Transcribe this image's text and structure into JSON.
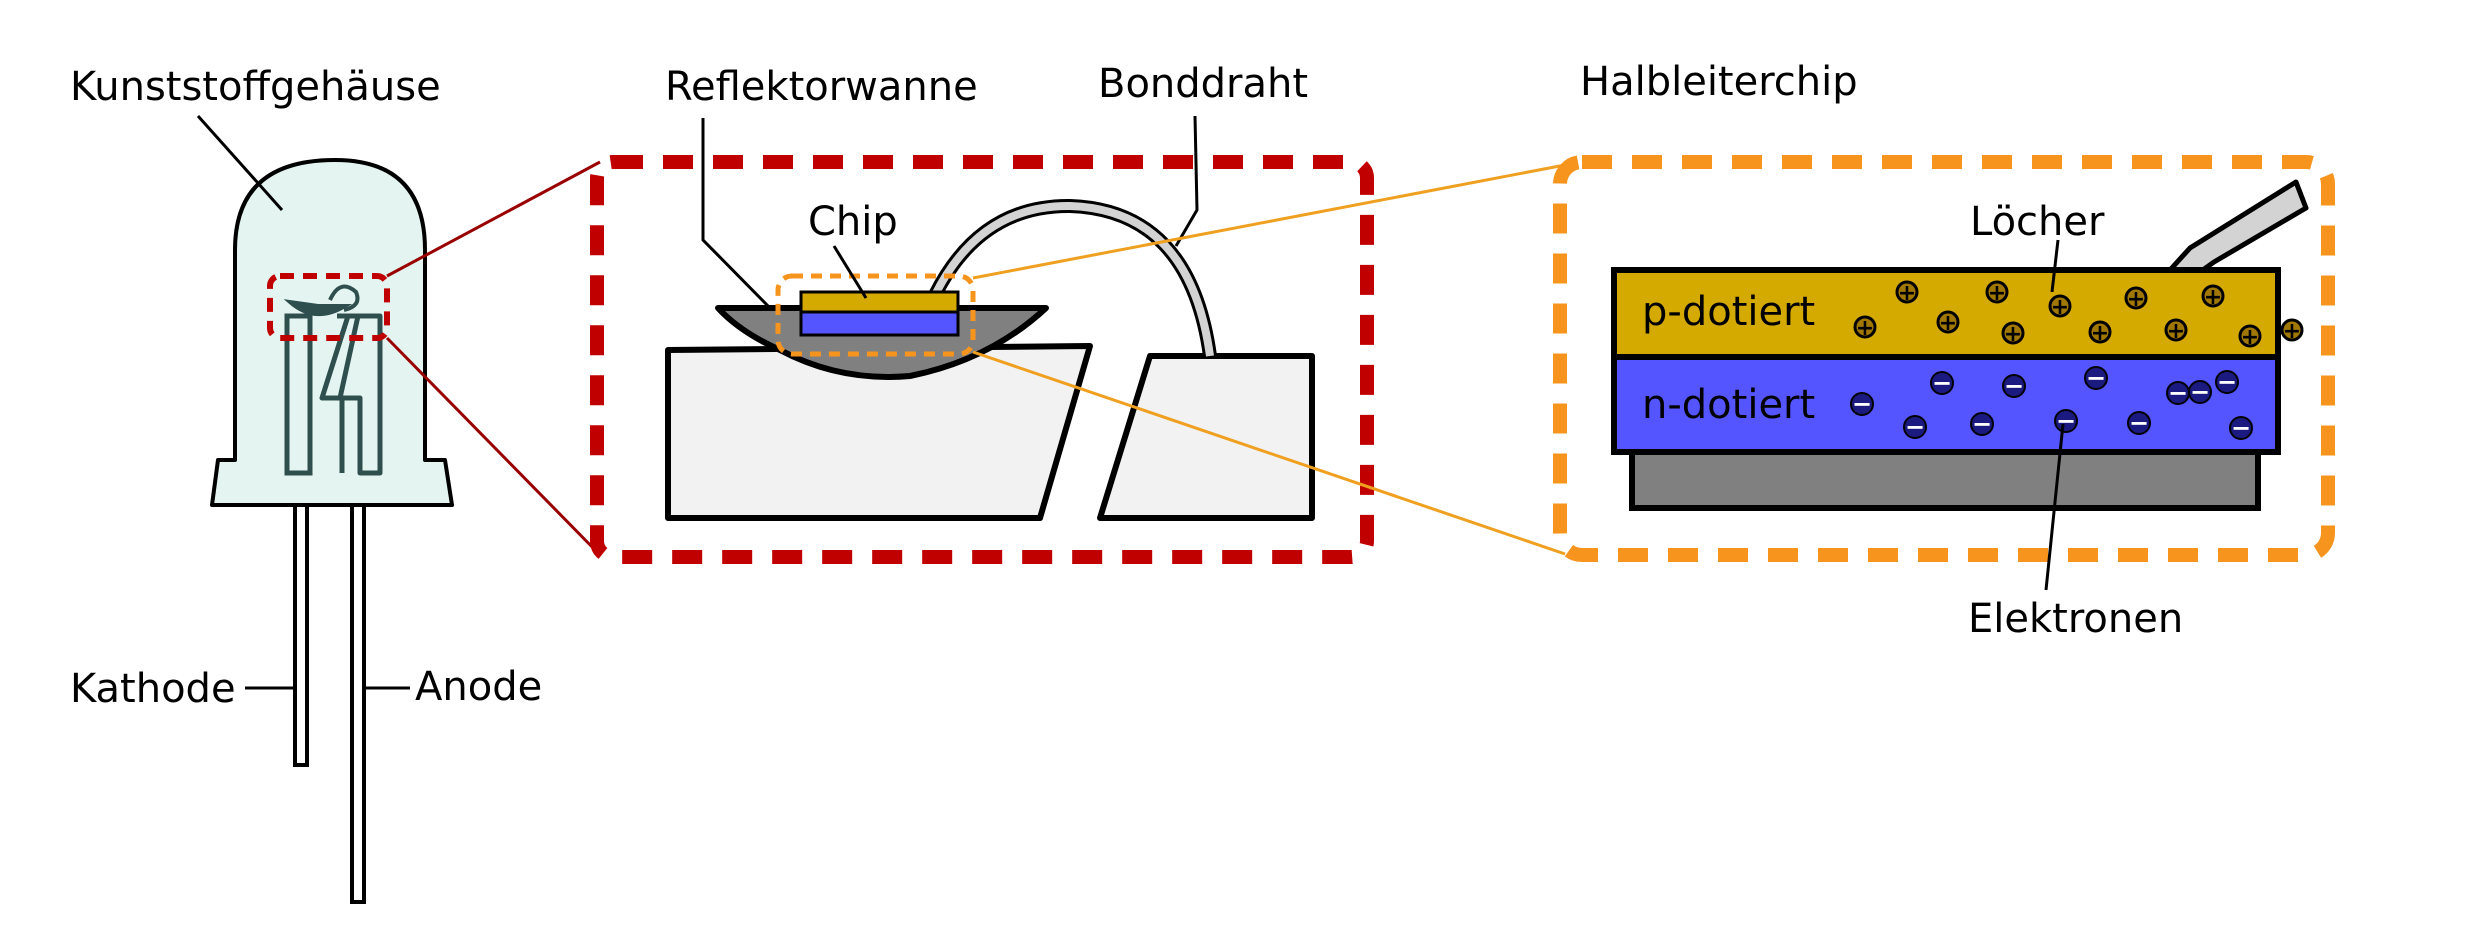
{
  "labels": {
    "housing": "Kunststoffgehäuse",
    "cathode": "Kathode",
    "anode": "Anode",
    "reflector": "Reflektorwanne",
    "chip": "Chip",
    "bond_wire": "Bonddraht",
    "semiconductor_chip": "Halbleiterchip",
    "holes": "Löcher",
    "p_doped": "p-dotiert",
    "n_doped": "n-dotiert",
    "electrons": "Elektronen"
  },
  "symbols": {
    "hole": "+",
    "electron": "−"
  },
  "colors": {
    "housing_fill": "#e4f5f1",
    "lead_frame": "#2f4f4f",
    "red_zoom": "#c00000",
    "red_connector": "#990000",
    "orange_zoom": "#f7941d",
    "orange_connector": "#f0a020",
    "p_layer": "#d4aa00",
    "n_layer": "#5555ff",
    "substrate": "#808080",
    "metal": "#f2f2f2",
    "reflector_cup": "#808080"
  },
  "counts": {
    "holes": 12,
    "electrons": 12
  }
}
